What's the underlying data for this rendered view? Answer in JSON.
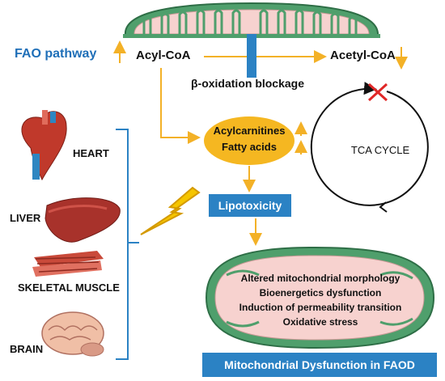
{
  "fao_pathway": "FAO pathway",
  "acyl_coa": "Acyl-CoA",
  "acetyl_coa": "Acetyl-CoA",
  "beta_blockage": "β-oxidation blockage",
  "accum_line1": "Acylcarnitines",
  "accum_line2": "Fatty acids",
  "tca": "TCA CYCLE",
  "lipotoxicity": "Lipotoxicity",
  "organs": [
    "HEART",
    "LIVER",
    "SKELETAL MUSCLE",
    "BRAIN"
  ],
  "dysfunctions": [
    "Altered mitochondrial morphology",
    "Bioenergetics dysfunction",
    "Induction of permeability transition",
    "Oxidative stress"
  ],
  "footer": "Mitochondrial Dysfunction in FAOD",
  "colors": {
    "arrow": "#f3b127",
    "blue_box": "#2b82c4",
    "title_blue": "#1f6fb8",
    "mito_green": "#4f9f6c",
    "mito_pink": "#f7d2cf",
    "oval": "#f5b721",
    "block_red": "#e02727"
  }
}
